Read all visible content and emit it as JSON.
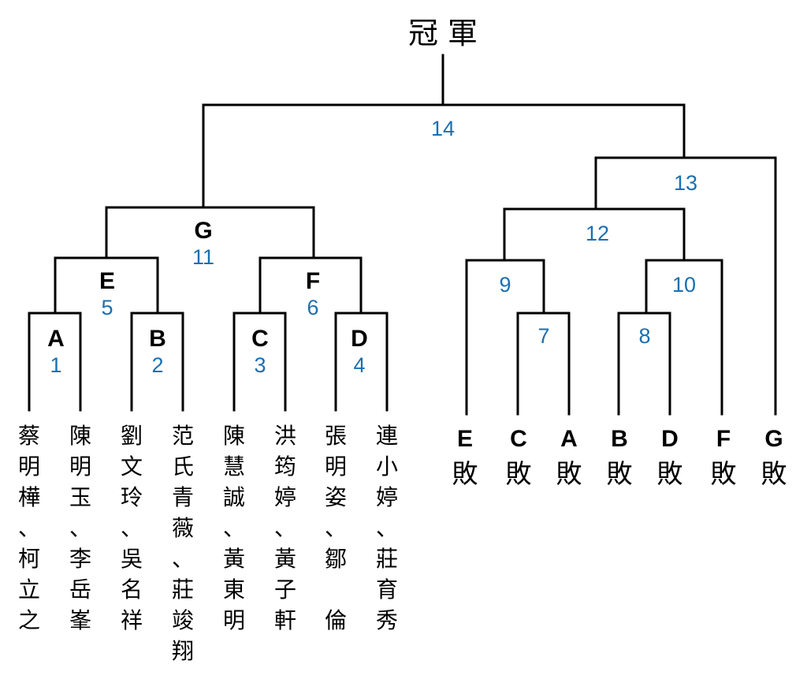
{
  "champion": "冠 軍",
  "winner_bracket": {
    "first_round": [
      {
        "letter": "A",
        "game": "1",
        "teams": [
          "蔡明樺、柯立之",
          "陳明玉、李岳峯"
        ]
      },
      {
        "letter": "B",
        "game": "2",
        "teams": [
          "劉文玲、吳名祥",
          "范氏青薇、莊竣翔"
        ]
      },
      {
        "letter": "C",
        "game": "3",
        "teams": [
          "陳慧誠、黃東明",
          "洪筠婷、黃子軒"
        ]
      },
      {
        "letter": "D",
        "game": "4",
        "teams": [
          "張明姿、鄒　倫",
          "連小婷、莊育秀"
        ]
      }
    ],
    "second_round": [
      {
        "letter": "E",
        "game": "5"
      },
      {
        "letter": "F",
        "game": "6"
      }
    ],
    "third_round": {
      "letter": "G",
      "game": "11"
    }
  },
  "loser_bracket": {
    "games": [
      "7",
      "8",
      "9",
      "10",
      "12",
      "13"
    ],
    "losers": [
      {
        "letter": "E",
        "label": "敗"
      },
      {
        "letter": "C",
        "label": "敗"
      },
      {
        "letter": "A",
        "label": "敗"
      },
      {
        "letter": "B",
        "label": "敗"
      },
      {
        "letter": "D",
        "label": "敗"
      },
      {
        "letter": "F",
        "label": "敗"
      },
      {
        "letter": "G",
        "label": "敗"
      }
    ]
  },
  "final_game": "14"
}
